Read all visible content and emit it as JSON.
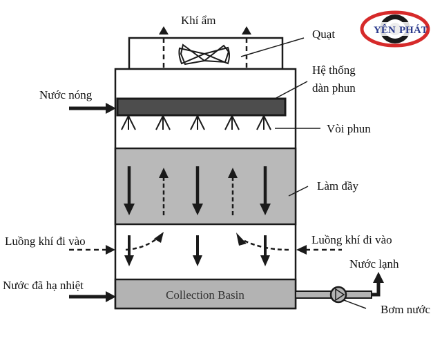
{
  "diagram": {
    "title": "Cooling tower schematic",
    "labels": {
      "moist_air": "Khí ẩm",
      "fan": "Quạt",
      "spray_system_line1": "Hệ thống",
      "spray_system_line2": "dàn phun",
      "hot_water": "Nước nóng",
      "nozzle": "Vòi phun",
      "fill": "Làm đầy",
      "air_inlet_left": "Luồng khí đi vào",
      "air_inlet_right": "Luồng khí đi vào",
      "cold_water": "Nước lạnh",
      "cooled_water": "Nước đã hạ nhiệt",
      "basin": "Collection Basin",
      "pump": "Bơm nước"
    },
    "logo": {
      "text_left": "YÊN",
      "text_right": "PHÁT",
      "ring_color": "#d62a2a",
      "text_color": "#2a3a8c"
    },
    "colors": {
      "outline": "#1a1a1a",
      "fill_gray": "#b9b9b9",
      "header_pipe": "#4d4d4d",
      "basin_gray": "#b3b3b3"
    }
  }
}
